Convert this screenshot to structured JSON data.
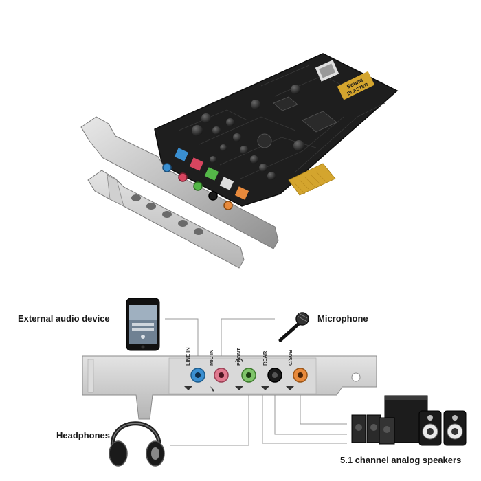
{
  "callouts": {
    "external_audio_device": "External audio device",
    "microphone": "Microphone",
    "headphones": "Headphones",
    "speakers": "5.1 channel analog speakers"
  },
  "jacks": [
    {
      "name": "line-in",
      "label": "LINE IN",
      "color": "#3a8fd1"
    },
    {
      "name": "mic-in",
      "label": "MIC IN",
      "color": "#e07a8f"
    },
    {
      "name": "front",
      "label": "FRONT",
      "color": "#7fc46a"
    },
    {
      "name": "rear",
      "label": "REAR",
      "color": "#1a1a1a"
    },
    {
      "name": "csub",
      "label": "C/SUB",
      "color": "#e88a3c"
    }
  ],
  "board": {
    "brand_line1": "Sound",
    "brand_line2": "BLASTER",
    "pcb_color": "#1e1e1e",
    "gold_color": "#d4a52e",
    "bracket_color": "#c9c9c9"
  }
}
